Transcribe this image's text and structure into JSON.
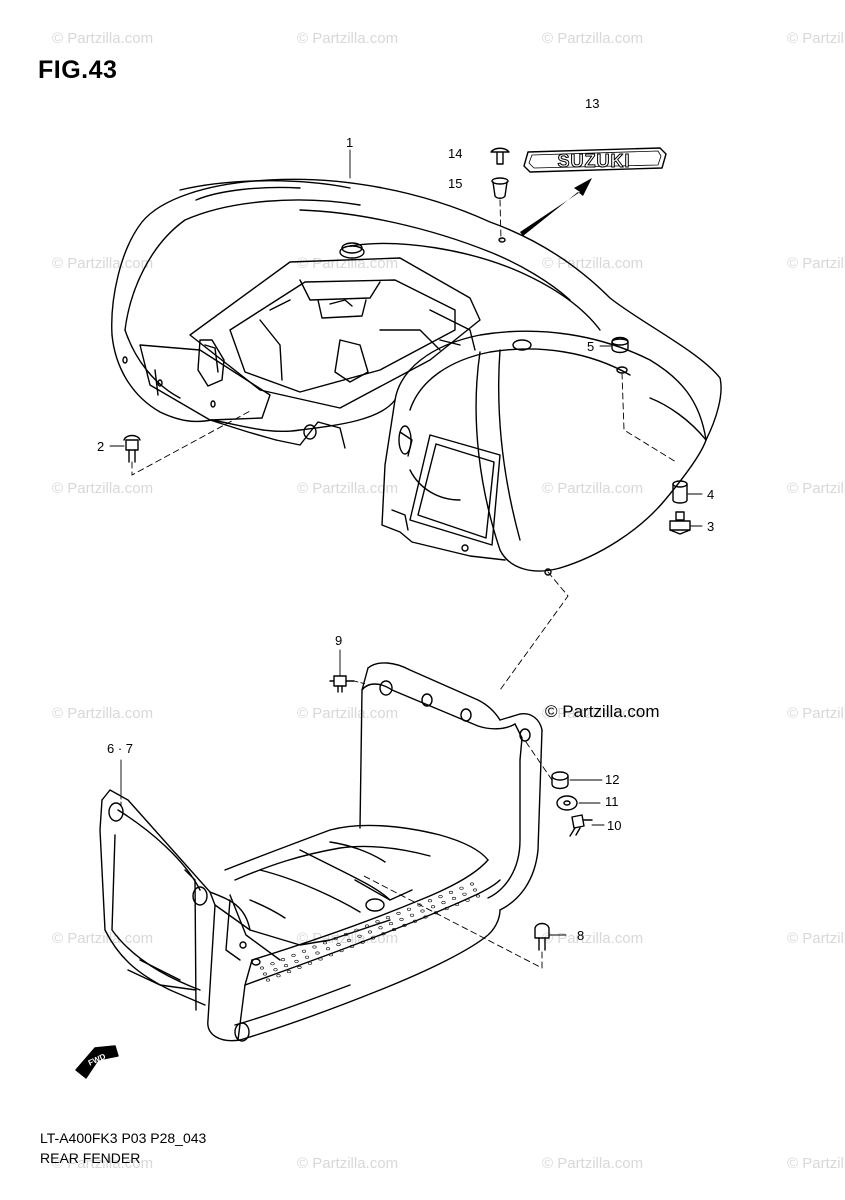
{
  "figure": {
    "title": "FIG.43",
    "diagram_code": "LT-A400FK3 P03 P28_043",
    "diagram_name": "REAR FENDER"
  },
  "watermark": {
    "text": "© Partzilla.com",
    "main_text": "© Partzilla.com"
  },
  "emblem_text": "SUZUKI",
  "direction_label": "FWD",
  "callouts": {
    "c1": "1",
    "c2": "2",
    "c3": "3",
    "c4": "4",
    "c5": "5",
    "c67": "6 · 7",
    "c8": "8",
    "c9": "9",
    "c10": "10",
    "c11": "11",
    "c12": "12",
    "c13": "13",
    "c14": "14",
    "c15": "15"
  }
}
